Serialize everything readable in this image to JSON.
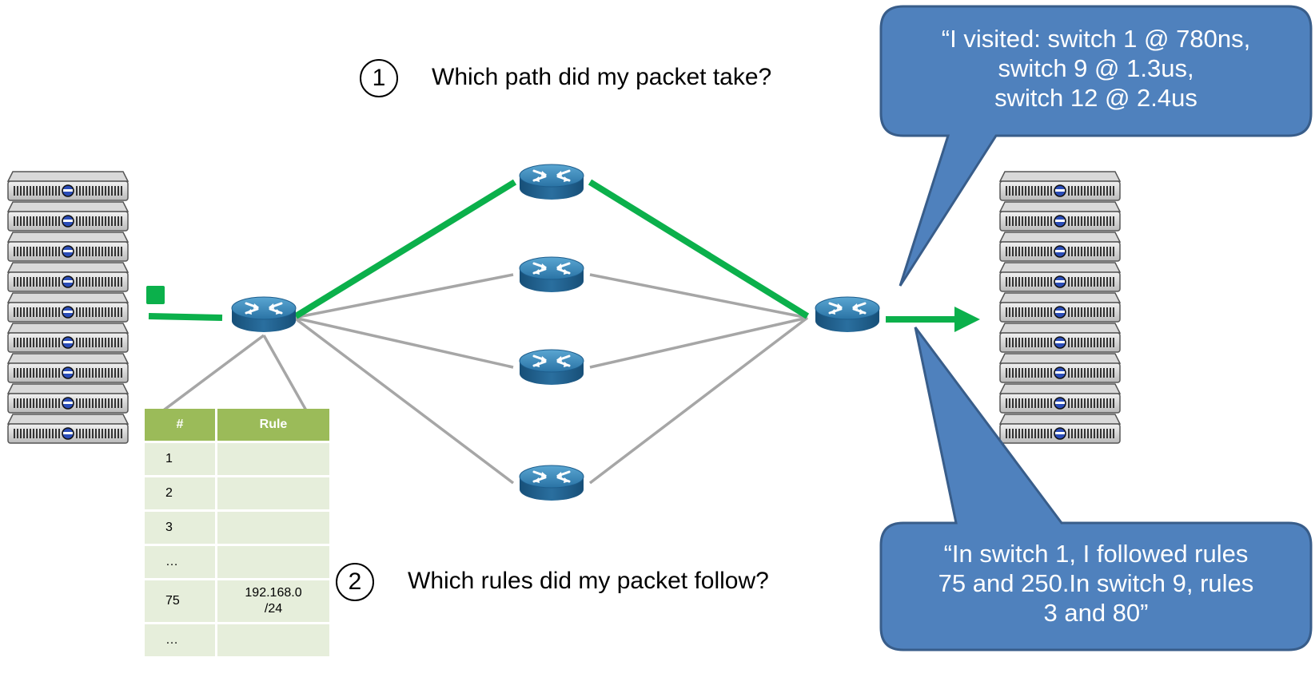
{
  "questions": [
    {
      "number": "1",
      "text": "Which path did my packet take?"
    },
    {
      "number": "2",
      "text": "Which rules did my packet follow?"
    }
  ],
  "callouts": {
    "path_answer": [
      "“I visited: switch 1 @ 780ns,",
      "switch 9 @ 1.3us,",
      "switch 12 @ 2.4us"
    ],
    "rules_answer": [
      "“In switch 1, I followed rules",
      "75 and 250.In switch 9, rules",
      "3 and 80”"
    ]
  },
  "rule_table": {
    "headers": [
      "#",
      "Rule"
    ],
    "rows": [
      {
        "num": "1",
        "rule": ""
      },
      {
        "num": "2",
        "rule": ""
      },
      {
        "num": "3",
        "rule": ""
      },
      {
        "num": "…",
        "rule": ""
      },
      {
        "num": "75",
        "rule": "192.168.0\n/24"
      },
      {
        "num": "…",
        "rule": ""
      }
    ]
  },
  "colors": {
    "packet_path": "#0bb04b",
    "alt_link": "#a6a6a6",
    "callout_fill": "#4f81bd",
    "callout_border": "#385d8a",
    "table_header": "#9bbb59",
    "table_cell": "#e6eedb",
    "router_top": "#3d8ab8",
    "router_side": "#1d5d8c"
  },
  "icons": {
    "server": "server-rack-icon",
    "router": "router-icon",
    "packet": "packet-square-icon"
  }
}
